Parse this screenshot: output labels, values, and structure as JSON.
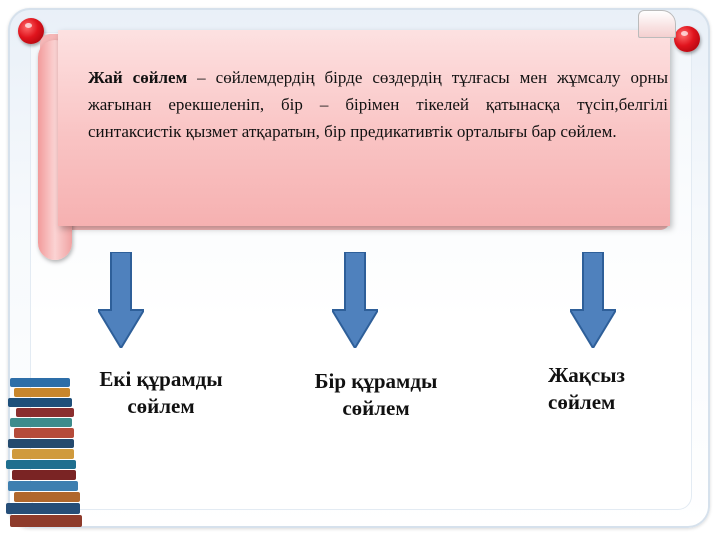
{
  "definition": {
    "term": "Жай сөйлем",
    "text": " – сөйлемдердің бірде сөздердің тұлғасы мен жұмсалу орны жағынан ерекшеленіп, бір – бірімен тікелей қатынасқа түсіп,белгілі  синтаксистік қызмет атқаратын, бір предикативтік орталығы бар сөйлем."
  },
  "branches": [
    {
      "line1": "Екі  құрамды",
      "line2": "сөйлем"
    },
    {
      "line1": "Бір құрамды",
      "line2": "сөйлем"
    },
    {
      "line1": "Жақсыз",
      "line2": "сөйлем"
    }
  ],
  "colors": {
    "scroll": "#f9c3c3",
    "arrow_fill": "#4f81bd",
    "arrow_stroke": "#2e5f99",
    "pin": "#e0141d"
  }
}
